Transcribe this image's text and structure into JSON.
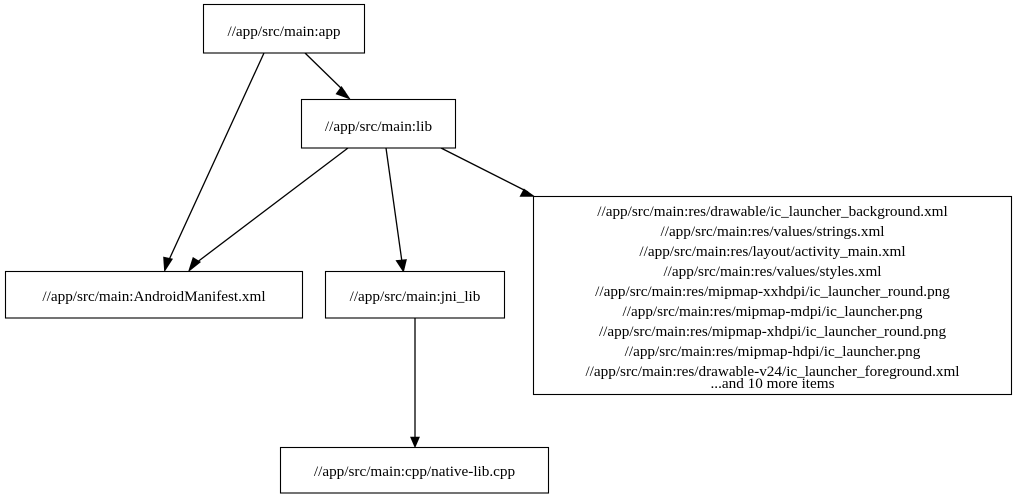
{
  "graph": {
    "title": "Bazel target dependency graph",
    "background_color": "#ffffff",
    "line_color": "#000000",
    "node_fill": "#ffffff",
    "nodes": [
      {
        "id": "app",
        "label": "//app/src/main:app"
      },
      {
        "id": "lib",
        "label": "//app/src/main:lib"
      },
      {
        "id": "manifest",
        "label": "//app/src/main:AndroidManifest.xml"
      },
      {
        "id": "jni_lib",
        "label": "//app/src/main:jni_lib"
      },
      {
        "id": "native_lib",
        "label": "//app/src/main:cpp/native-lib.cpp"
      },
      {
        "id": "res",
        "label": "//app/src/main:res/drawable/ic_launcher_background.xml",
        "lines": [
          "//app/src/main:res/drawable/ic_launcher_background.xml",
          "//app/src/main:res/values/strings.xml",
          "//app/src/main:res/layout/activity_main.xml",
          "//app/src/main:res/values/styles.xml",
          "//app/src/main:res/mipmap-xxhdpi/ic_launcher_round.png",
          "//app/src/main:res/mipmap-mdpi/ic_launcher.png",
          "//app/src/main:res/mipmap-xhdpi/ic_launcher_round.png",
          "//app/src/main:res/mipmap-hdpi/ic_launcher.png",
          "//app/src/main:res/drawable-v24/ic_launcher_foreground.xml",
          "...and 10 more items"
        ],
        "overflow_count": 10,
        "overflow_text": "...and 10 more items"
      }
    ],
    "edges": [
      {
        "from": "app",
        "to": "lib"
      },
      {
        "from": "app",
        "to": "manifest"
      },
      {
        "from": "lib",
        "to": "manifest"
      },
      {
        "from": "lib",
        "to": "jni_lib"
      },
      {
        "from": "lib",
        "to": "res"
      },
      {
        "from": "jni_lib",
        "to": "native_lib"
      }
    ]
  }
}
